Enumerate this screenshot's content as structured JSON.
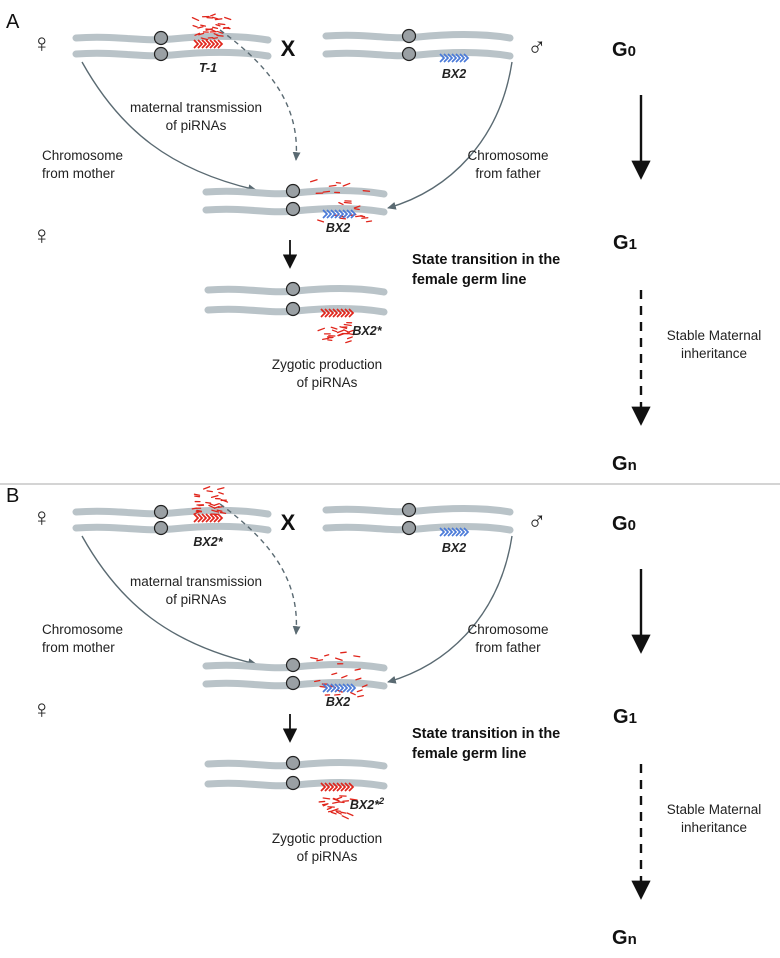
{
  "colors": {
    "chromosome": "#b9c3c8",
    "centromere": "#9aa0a4",
    "pirna": "#e0251b",
    "paternal_gene": "#4a7ad8",
    "connector": "#5a6a72"
  },
  "panels": [
    {
      "letter": "A",
      "female_symbol": "♀",
      "male_symbol": "♂",
      "cross_symbol": "X",
      "maternal_gene": "T-1",
      "paternal_gene": "BX2",
      "maternal_transmission": [
        "maternal transmission",
        "of piRNAs"
      ],
      "chrom_mother": [
        "Chromosome",
        "from mother"
      ],
      "chrom_father": [
        "Chromosome",
        "from father"
      ],
      "hybrid_gene": "BX2",
      "transition": [
        "State transition in the",
        "female germ line"
      ],
      "converted_gene": "BX2*",
      "zygotic": [
        "Zygotic production",
        "of piRNAs"
      ],
      "generations": {
        "g0": "G",
        "g0_sub": "0",
        "g1": "G",
        "g1_sub": "1",
        "gn": "G",
        "gn_sub": "n"
      },
      "stable": [
        "Stable Maternal",
        "inheritance"
      ]
    },
    {
      "letter": "B",
      "female_symbol": "♀",
      "male_symbol": "♂",
      "cross_symbol": "X",
      "maternal_gene": "BX2*",
      "paternal_gene": "BX2",
      "maternal_transmission": [
        "maternal transmission",
        "of piRNAs"
      ],
      "chrom_mother": [
        "Chromosome",
        "from mother"
      ],
      "chrom_father": [
        "Chromosome",
        "from father"
      ],
      "hybrid_gene": "BX2",
      "transition": [
        "State transition in the",
        "female germ line"
      ],
      "converted_gene": "BX2*2",
      "zygotic": [
        "Zygotic production",
        "of piRNAs"
      ],
      "generations": {
        "g0": "G",
        "g0_sub": "0",
        "g1": "G",
        "g1_sub": "1",
        "gn": "G",
        "gn_sub": "n"
      },
      "stable": [
        "Stable Maternal",
        "inheritance"
      ]
    }
  ]
}
